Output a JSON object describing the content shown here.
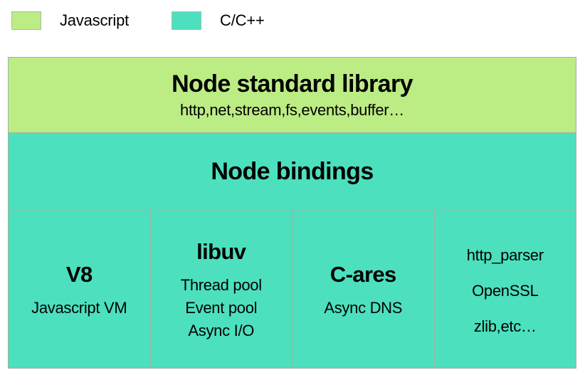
{
  "legend": {
    "items": [
      {
        "label": "Javascript",
        "color": "#bcec84",
        "swatch_name": "legend-swatch-javascript"
      },
      {
        "label": "C/C++",
        "color": "#4ce0be",
        "swatch_name": "legend-swatch-c-cpp"
      }
    ]
  },
  "diagram": {
    "bands": [
      {
        "title": "Node standard library",
        "subtitle": "http,net,stream,fs,events,buffer…",
        "color": "#bcec84",
        "language": "Javascript"
      },
      {
        "title": "Node bindings",
        "subtitle": "",
        "color": "#4ce0be",
        "language": "C/C++"
      }
    ],
    "columns": [
      {
        "title": "V8",
        "lines": [
          "Javascript VM"
        ]
      },
      {
        "title": "libuv",
        "lines": [
          "Thread pool",
          "Event pool",
          "Async I/O"
        ]
      },
      {
        "title": "C-ares",
        "lines": [
          "Async DNS"
        ]
      },
      {
        "title": "",
        "lines": [
          "http_parser",
          "OpenSSL",
          "zlib,etc…"
        ]
      }
    ]
  },
  "colors": {
    "javascript": "#bcec84",
    "c_cpp": "#4ce0be",
    "border": "#9fb39f",
    "background": "#ffffff",
    "text": "#000000"
  }
}
